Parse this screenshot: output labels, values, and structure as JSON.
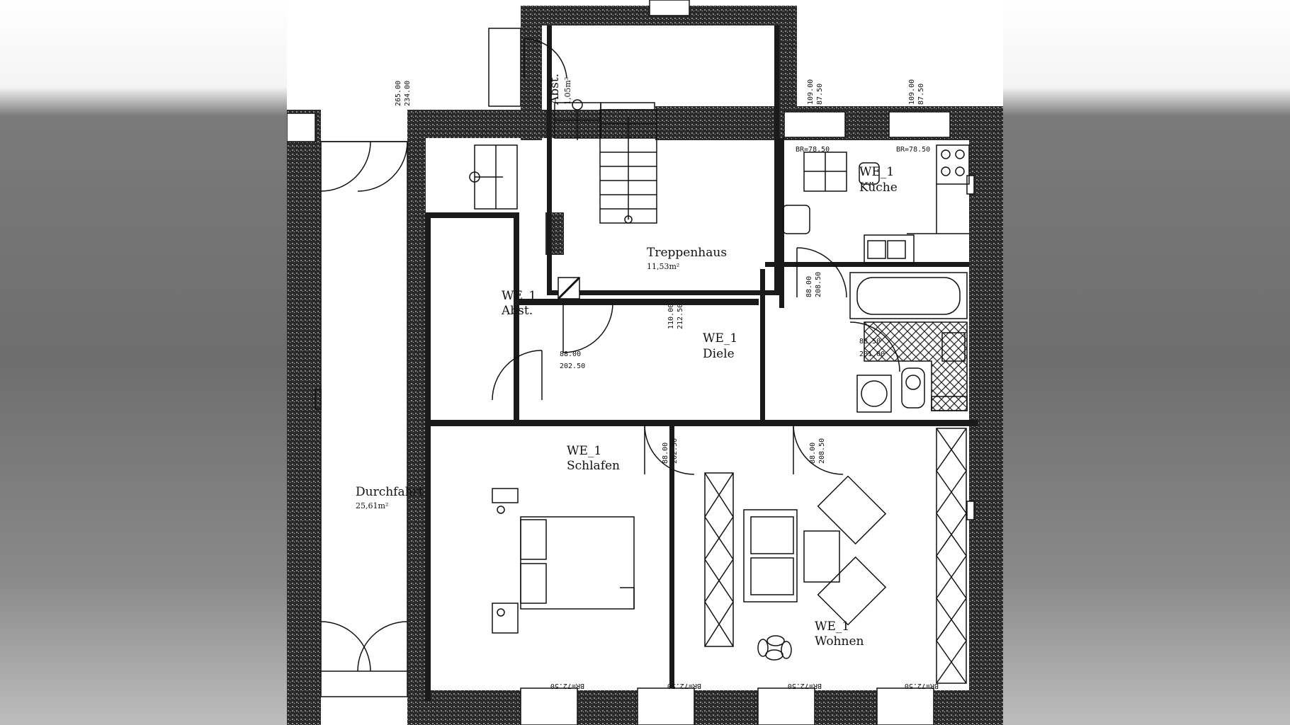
{
  "rooms": {
    "durchfahrt": {
      "name": "Durchfahrt",
      "area": "25,61m²"
    },
    "treppenhaus": {
      "name": "Treppenhaus",
      "area": "11,53m²"
    },
    "abst_top": {
      "name": "Abst.",
      "area": "1,05m²"
    },
    "we_abst": {
      "unit": "WE_1",
      "name": "Abst."
    },
    "kueche": {
      "unit": "WE_1",
      "name": "Küche"
    },
    "diele": {
      "unit": "WE_1",
      "name": "Diele"
    },
    "schlafen": {
      "unit": "WE_1",
      "name": "Schlafen"
    },
    "wohnen": {
      "unit": "WE_1",
      "name": "Wohnen"
    }
  },
  "dimensions": {
    "durchfahrt_top_a": "265.00",
    "durchfahrt_top_b": "234.00",
    "kitchen_win1_a": "109.00",
    "kitchen_win1_b": "87.50",
    "kitchen_win2_a": "109.00",
    "kitchen_win2_b": "87.50",
    "kitchen_br1": "BR=78.50",
    "kitchen_br2": "BR=78.50",
    "abst_door_a": "88.00",
    "abst_door_b": "202.50",
    "diele_door_a": "110.00",
    "diele_door_b": "212.50",
    "bath_door_a": "88.00",
    "bath_door_b": "208.50",
    "bath_b_a": "88.50",
    "bath_b_b": "201.00",
    "schlafen_door_a": "88.00",
    "schlafen_door_b": "202.50",
    "wohnen_door_a": "88.00",
    "wohnen_door_b": "208.50",
    "br_bottom_1": "BR=72.50",
    "br_bottom_2": "BR=72.50",
    "br_bottom_3": "BR=72.50",
    "br_bottom_4": "BR=72.50"
  }
}
